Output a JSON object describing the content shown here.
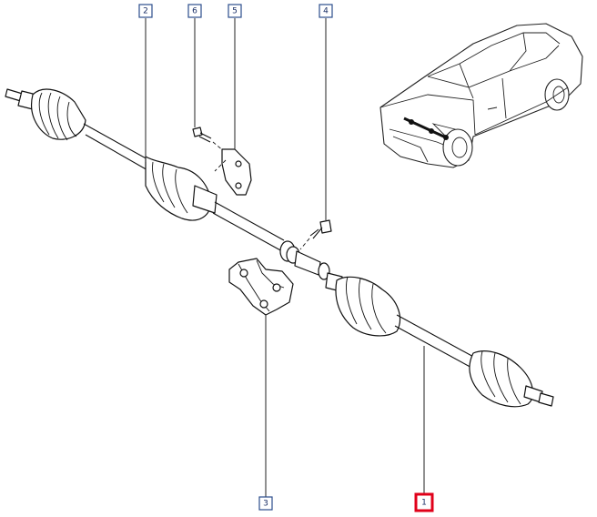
{
  "callouts": [
    {
      "id": "c2",
      "label": "2",
      "highlighted": false
    },
    {
      "id": "c6",
      "label": "6",
      "highlighted": false
    },
    {
      "id": "c5",
      "label": "5",
      "highlighted": false
    },
    {
      "id": "c4",
      "label": "4",
      "highlighted": false
    },
    {
      "id": "c3",
      "label": "3",
      "highlighted": false
    },
    {
      "id": "c1",
      "label": "1",
      "highlighted": true
    }
  ],
  "colors": {
    "callout_border": "#2b4e8c",
    "callout_text": "#1a2f66",
    "highlight": "#e0001a",
    "line": "#111111"
  }
}
